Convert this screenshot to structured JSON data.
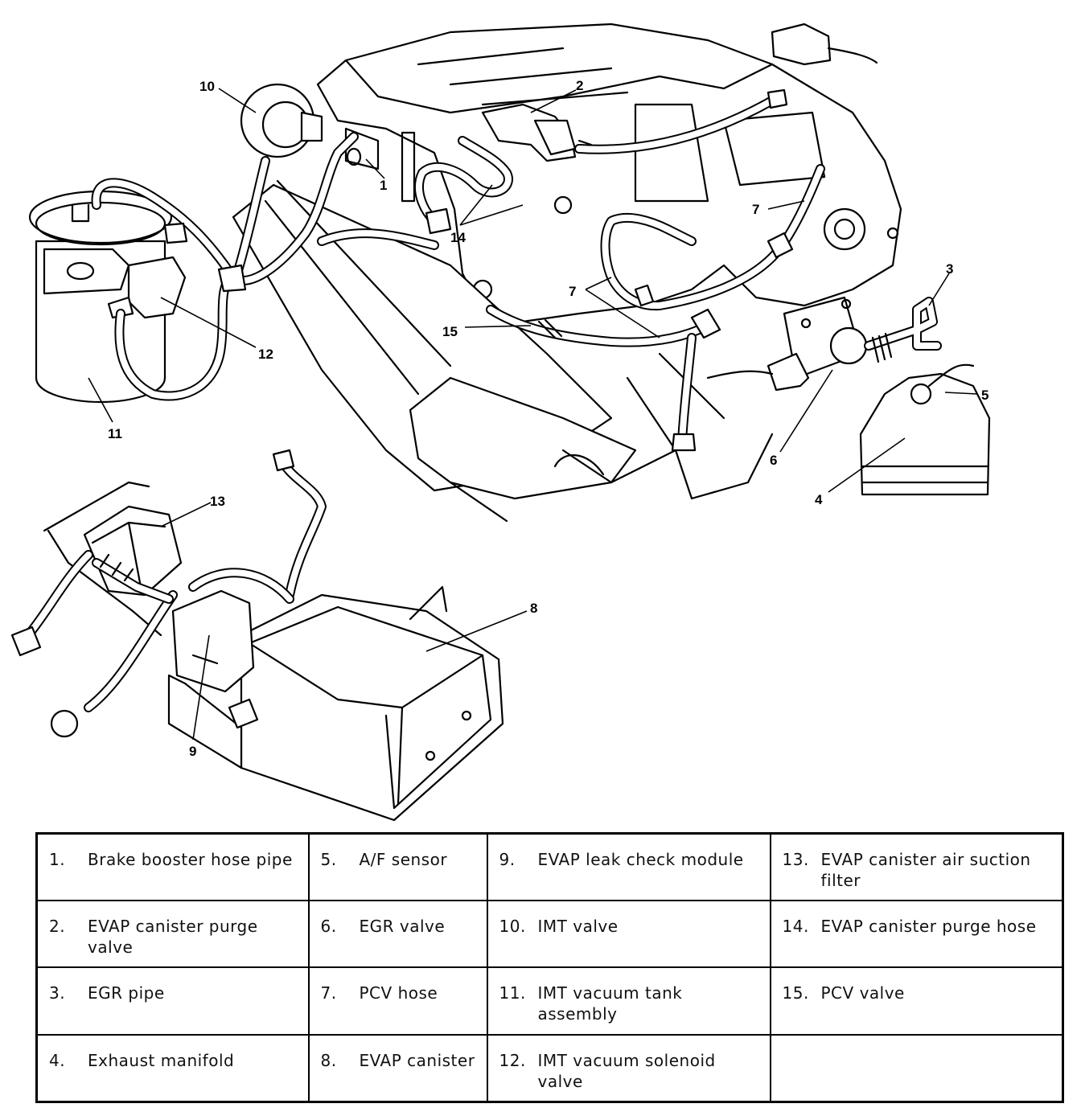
{
  "callouts": {
    "c1": "1",
    "c2": "2",
    "c3": "3",
    "c4": "4",
    "c5": "5",
    "c6": "6",
    "c7a": "7",
    "c7b": "7",
    "c8": "8",
    "c9": "9",
    "c10": "10",
    "c11": "11",
    "c12": "12",
    "c13": "13",
    "c14": "14",
    "c15": "15"
  },
  "legend": {
    "rows": [
      [
        {
          "num": "1.",
          "label": "Brake booster hose pipe"
        },
        {
          "num": "5.",
          "label": "A/F sensor"
        },
        {
          "num": "9.",
          "label": "EVAP leak check module"
        },
        {
          "num": "13.",
          "label": "EVAP canister air suction filter"
        }
      ],
      [
        {
          "num": "2.",
          "label": "EVAP canister purge valve"
        },
        {
          "num": "6.",
          "label": "EGR valve"
        },
        {
          "num": "10.",
          "label": "IMT valve"
        },
        {
          "num": "14.",
          "label": "EVAP canister purge hose"
        }
      ],
      [
        {
          "num": "3.",
          "label": "EGR pipe"
        },
        {
          "num": "7.",
          "label": "PCV hose"
        },
        {
          "num": "11.",
          "label": "IMT vacuum tank assembly"
        },
        {
          "num": "15.",
          "label": "PCV valve"
        }
      ],
      [
        {
          "num": "4.",
          "label": "Exhaust manifold"
        },
        {
          "num": "8.",
          "label": "EVAP canister"
        },
        {
          "num": "12.",
          "label": "IMT vacuum solenoid valve"
        },
        {
          "num": "",
          "label": ""
        }
      ]
    ]
  }
}
